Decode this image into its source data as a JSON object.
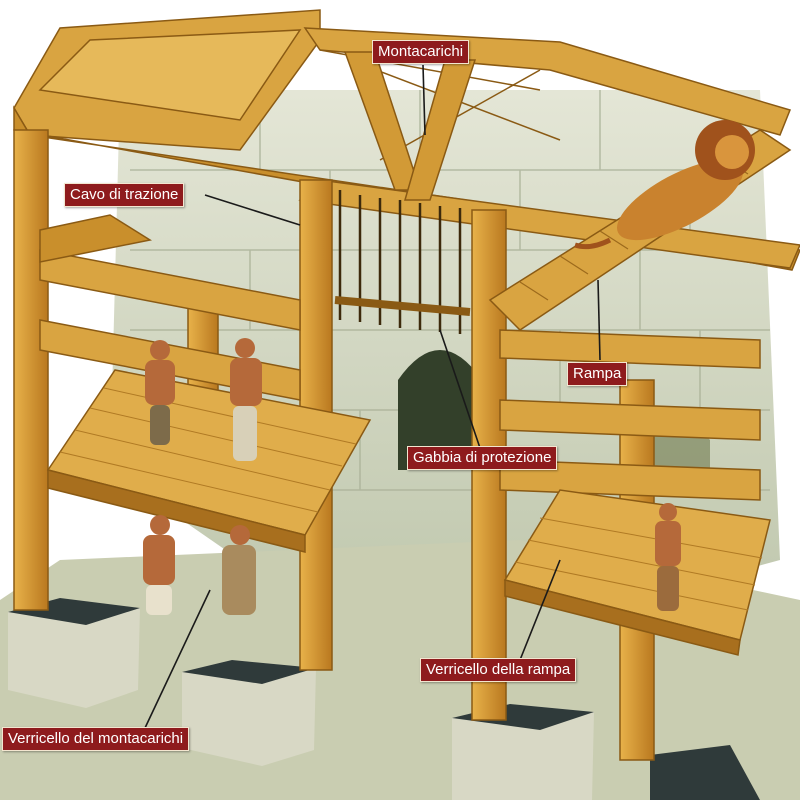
{
  "labels": {
    "montacarichi": "Montacarichi",
    "cavo_di_trazione": "Cavo di trazione",
    "rampa": "Rampa",
    "gabbia_di_protezione": "Gabbia di protezione",
    "verricello_della_rampa": "Verricello della rampa",
    "verricello_del_montacarichi": "Verricello del montacarichi"
  },
  "colors": {
    "label_background": "#8e1b1d",
    "label_text": "#ffffff",
    "wood": "#d9a441",
    "wood_dark": "#a86f1e",
    "stone": "#d9dcc6",
    "block_top": "#2f3a3a",
    "lion": "#c9822e"
  }
}
